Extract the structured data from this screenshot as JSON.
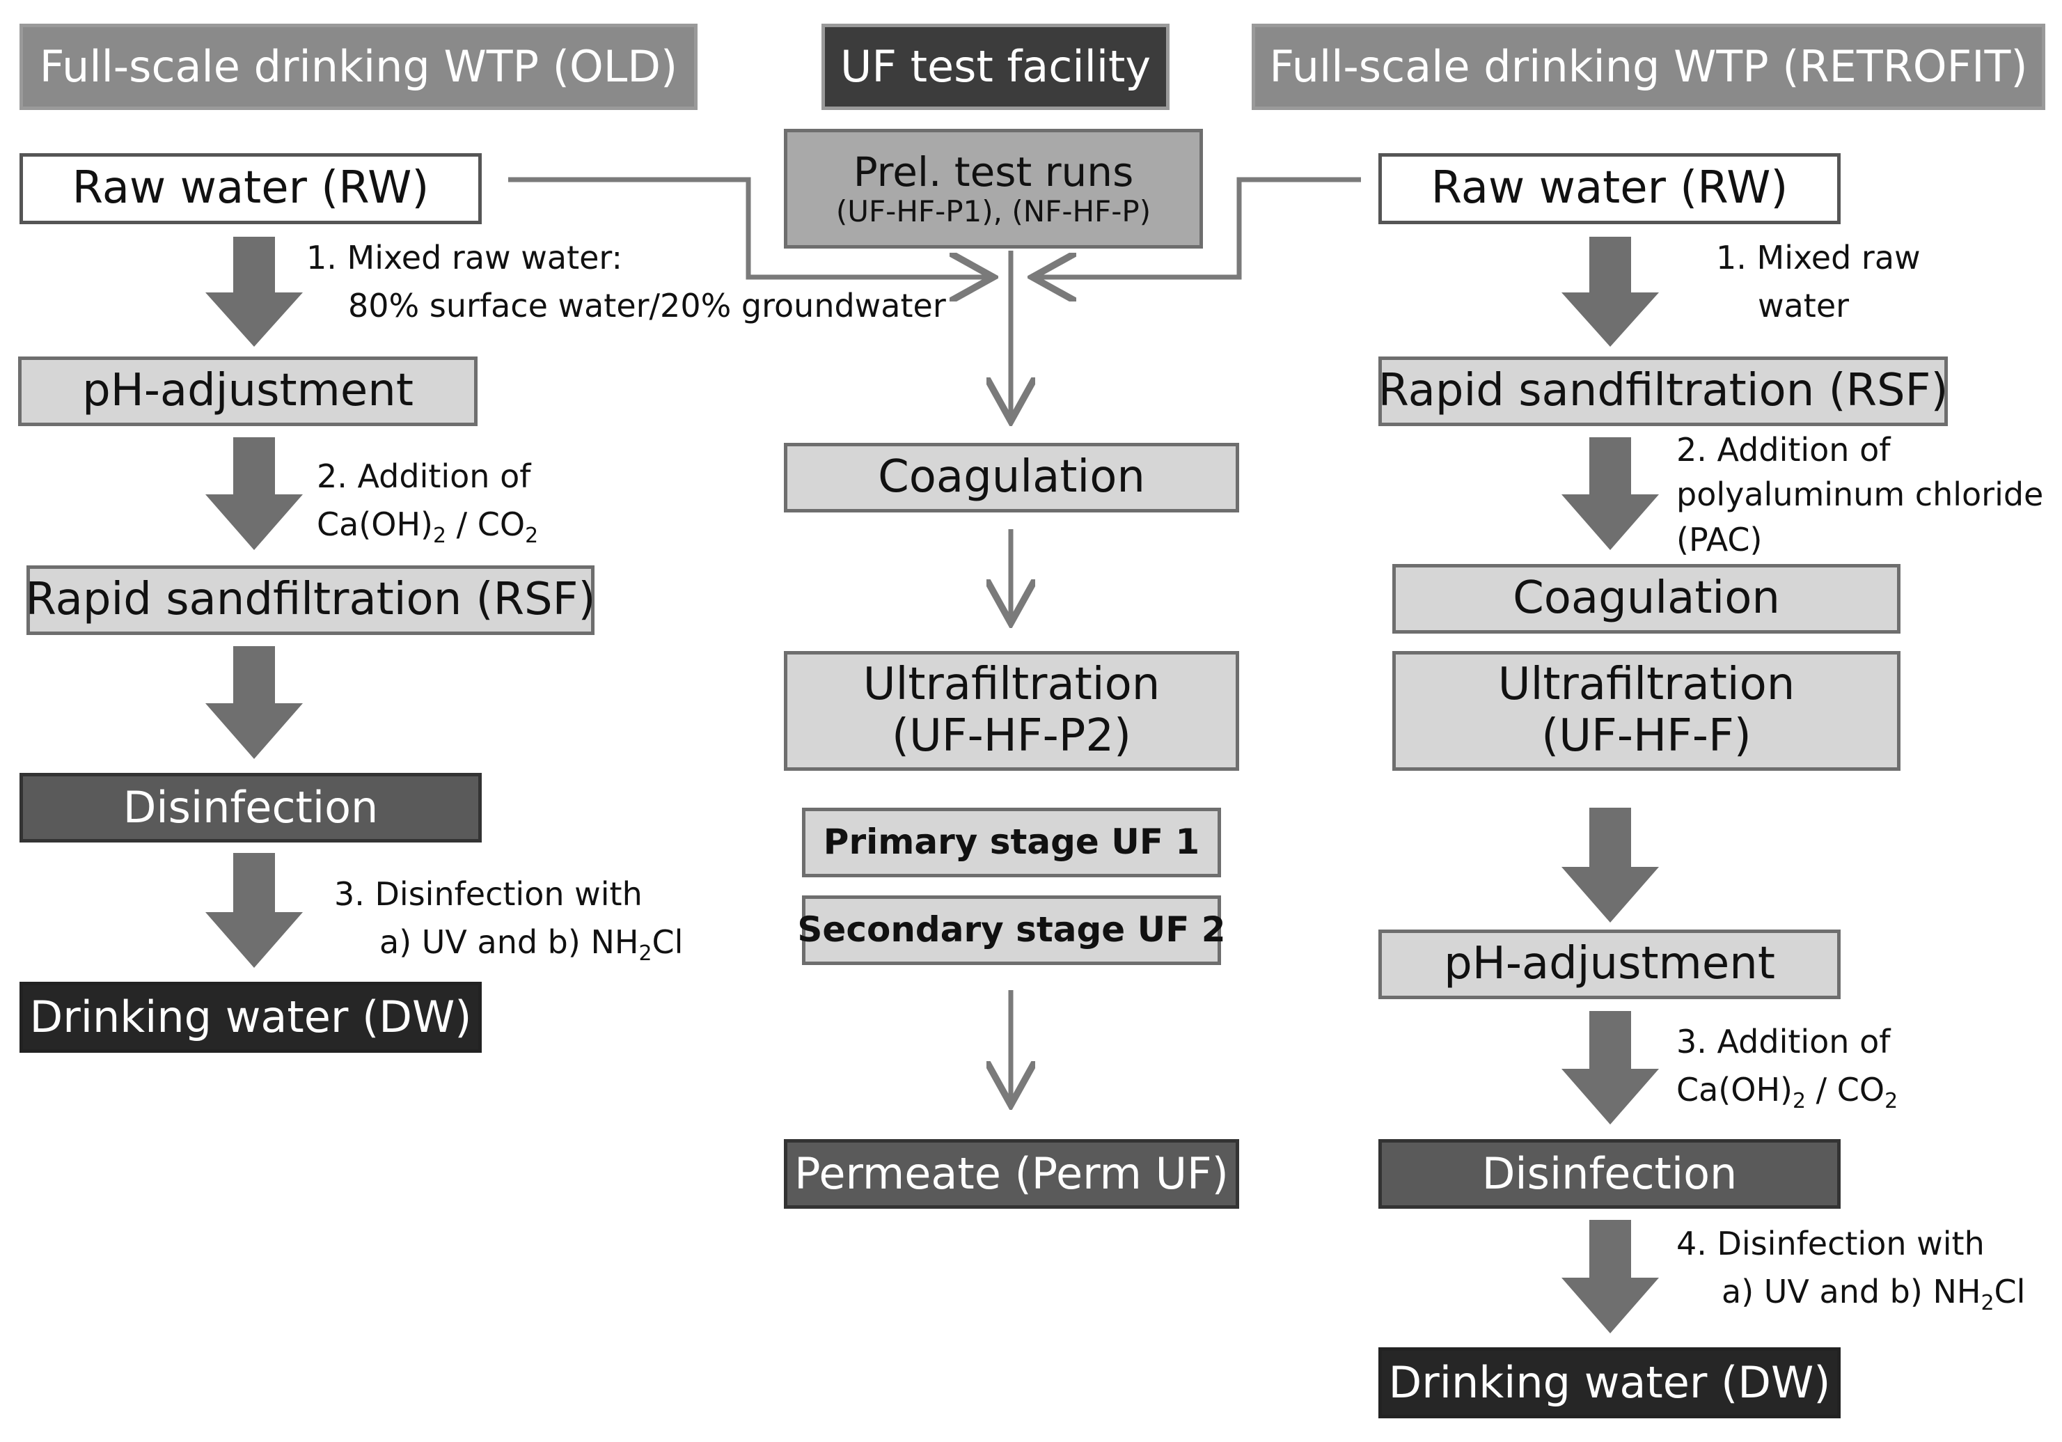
{
  "columns": {
    "old": {
      "header": "Full-scale drinking WTP (OLD)",
      "steps": [
        "Raw water (RW)",
        "pH-adjustment",
        "Rapid sandfiltration (RSF)",
        "Disinfection",
        "Drinking water (DW)"
      ],
      "notes": {
        "n1_line1": "1. Mixed raw water:",
        "n1_line2": "80% surface water/20% groundwater",
        "n2_line1": "2. Addition of",
        "n2_pre": "Ca(OH)",
        "n2_sub1": "2",
        "n2_mid": " / CO",
        "n2_sub2": "2",
        "n3_line1": "3. Disinfection  with",
        "n3_pre": "a) UV and b) NH",
        "n3_sub": "2",
        "n3_post": "Cl"
      }
    },
    "test": {
      "header": "UF test facility",
      "prel_line1": "Prel. test runs",
      "prel_line2": "(UF-HF-P1), (NF-HF-P)",
      "coagulation": "Coagulation",
      "uf_line1": "Ultrafiltration",
      "uf_line2": "(UF-HF-P2)",
      "stage1": "Primary stage UF 1",
      "stage2": "Secondary stage UF 2",
      "permeate": "Permeate (Perm UF)"
    },
    "retrofit": {
      "header": "Full-scale drinking WTP (RETROFIT)",
      "raw": "Raw water (RW)",
      "rsf": "Rapid sandfiltration (RSF)",
      "coagulation": "Coagulation",
      "uf_line1": "Ultrafiltration",
      "uf_line2": "(UF-HF-F)",
      "ph": "pH-adjustment",
      "disinfection": "Disinfection",
      "dw": "Drinking water (DW)",
      "notes": {
        "n1_line1": "1. Mixed raw",
        "n1_line2": "water",
        "n2_line1": "2. Addition of",
        "n2_line2": "polyaluminum chloride",
        "n2_line3": "(PAC)",
        "n3_line1": "3. Addition  of",
        "n3_pre": "Ca(OH)",
        "n3_sub1": "2",
        "n3_mid": " / CO",
        "n3_sub2": "2",
        "n4_line1": "4. Disinfection  with",
        "n4_pre": "a) UV and b) NH",
        "n4_sub": "2",
        "n4_post": "Cl"
      }
    }
  },
  "colors": {
    "arrow_fill": "#6f6f6f",
    "line": "#7a7a7a"
  }
}
